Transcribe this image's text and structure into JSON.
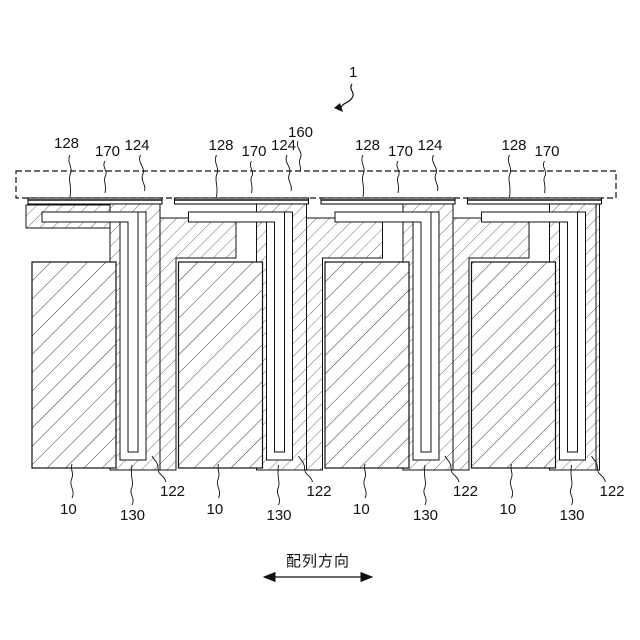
{
  "labels": {
    "device": "1",
    "plate": "160",
    "bus_layer": "124",
    "contact": "128",
    "cover": "170",
    "wall": "122",
    "tab": "130",
    "cell": "10"
  },
  "arrangement_direction": "配列方向"
}
